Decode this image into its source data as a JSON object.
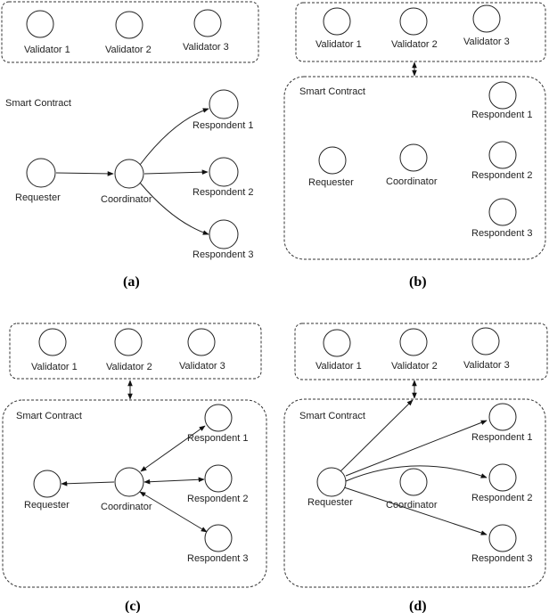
{
  "validators": [
    "Validator 1",
    "Validator 2",
    "Validator 3"
  ],
  "smart_contract_label": "Smart Contract",
  "nodes": {
    "requester": "Requester",
    "coordinator": "Coordinator",
    "respondent_1": "Respondent 1",
    "respondent_2": "Respondent 2",
    "respondent_3": "Respondent 3"
  },
  "panels": [
    {
      "id": "a",
      "caption": "(a)"
    },
    {
      "id": "b",
      "caption": "(b)"
    },
    {
      "id": "c",
      "caption": "(c)"
    },
    {
      "id": "d",
      "caption": "(d)"
    }
  ]
}
